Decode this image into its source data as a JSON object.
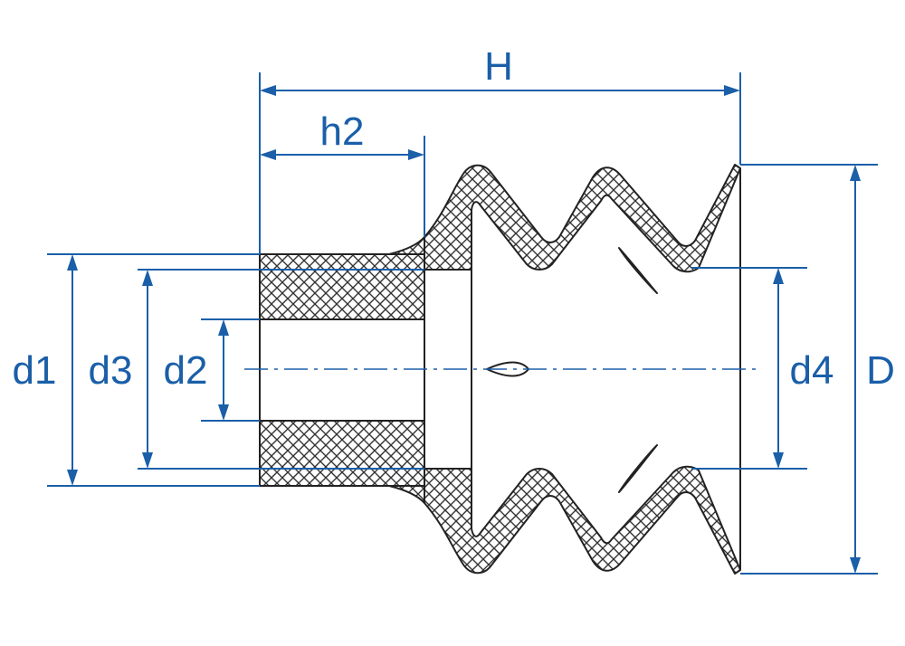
{
  "colors": {
    "dimension": "#1a5fa8",
    "outline": "#222222",
    "hatch": "#333333",
    "background": "#ffffff"
  },
  "labels": {
    "H": "H",
    "h2": "h2",
    "d1": "d1",
    "d3": "d3",
    "d2": "d2",
    "d4": "d4",
    "D": "D"
  }
}
